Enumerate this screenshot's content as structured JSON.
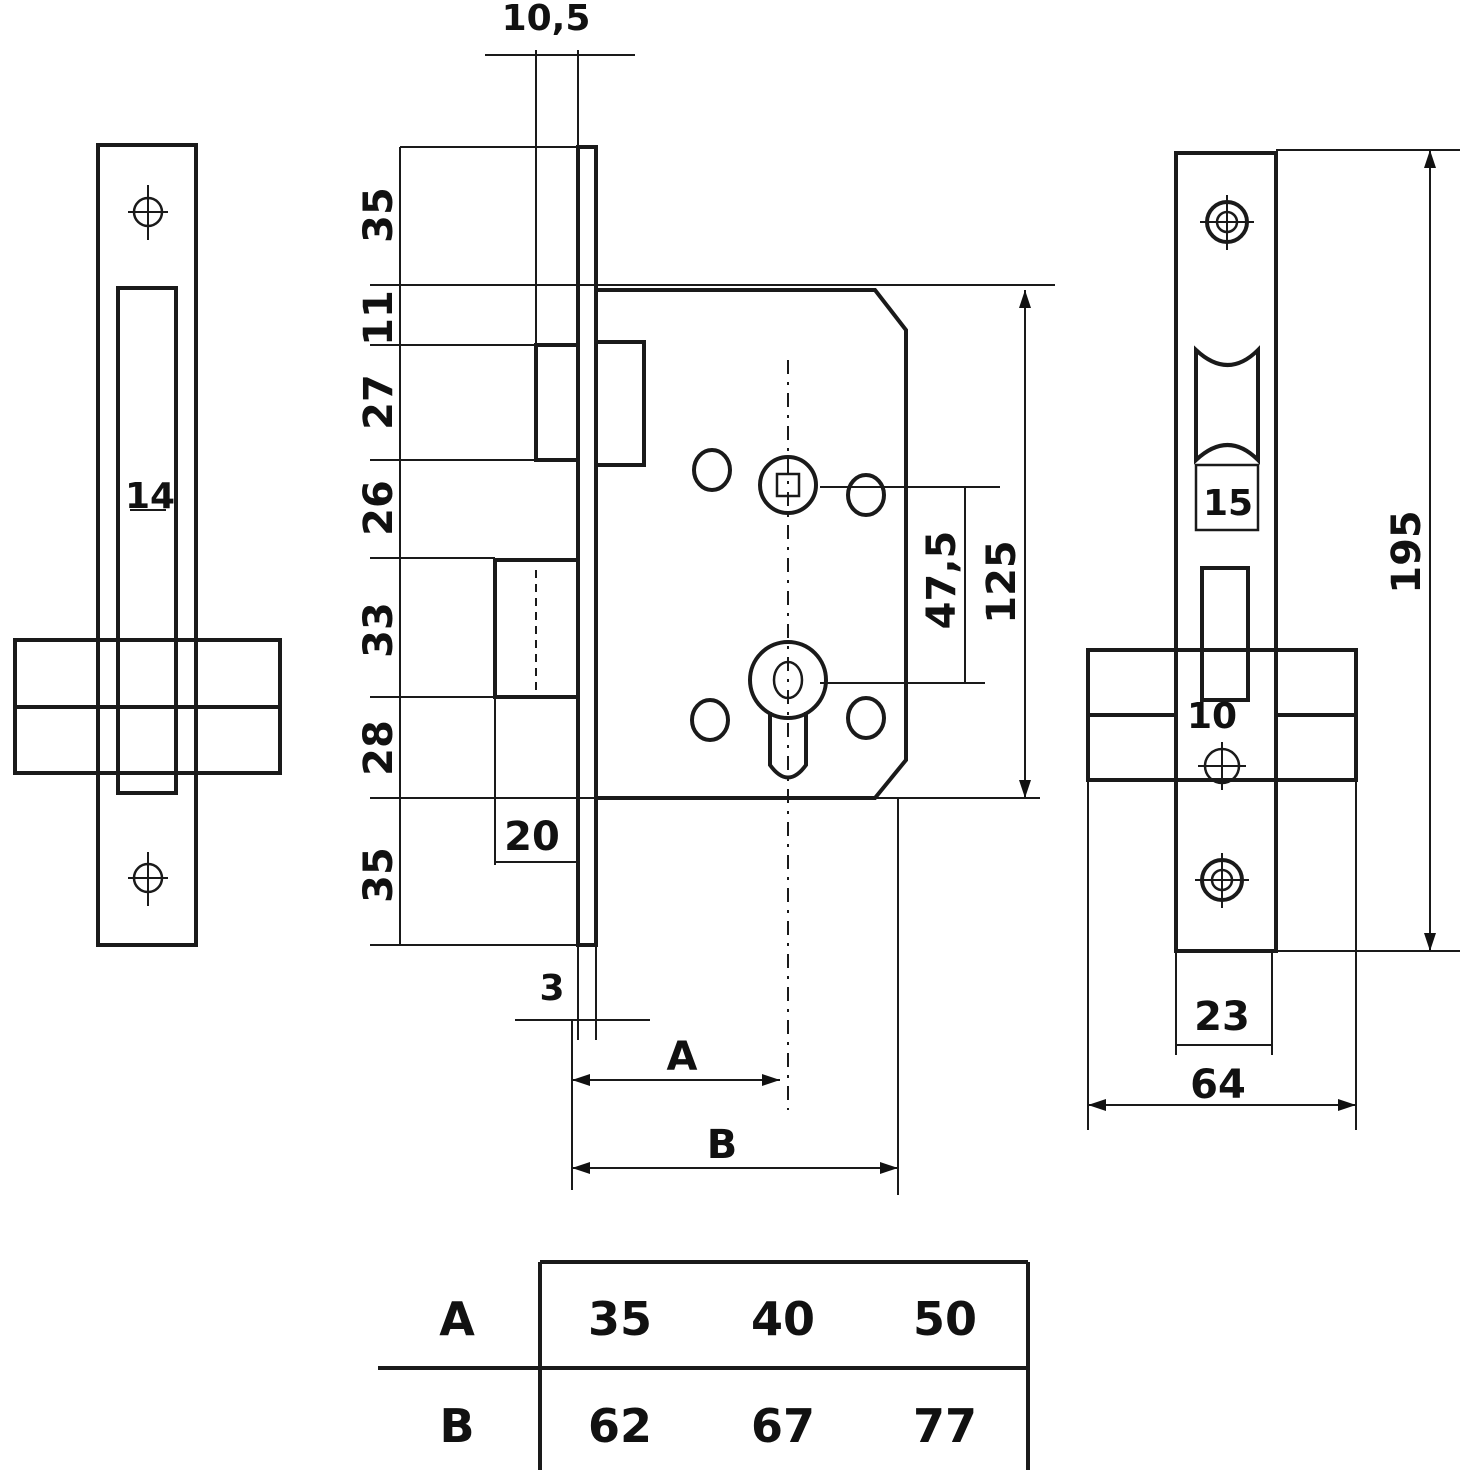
{
  "top_dimension": "10,5",
  "left_dimensions": {
    "d1": "35",
    "d2": "11",
    "d3": "27",
    "d4": "26",
    "d5": "33",
    "d6": "28",
    "d7": "35"
  },
  "faceplate_slot": "14",
  "latch_depth": "20",
  "plate_thickness": "3",
  "center_distance": "47,5",
  "body_height": "125",
  "strike_length": "195",
  "strike_upper_mark": "15",
  "strike_lower_mark": "10",
  "strike_width": "23",
  "strike_total_width": "64",
  "backset_label": "A",
  "depth_label": "B",
  "table": {
    "row_a_label": "A",
    "row_b_label": "B",
    "a_values": [
      "35",
      "40",
      "50"
    ],
    "b_values": [
      "62",
      "67",
      "77"
    ]
  }
}
